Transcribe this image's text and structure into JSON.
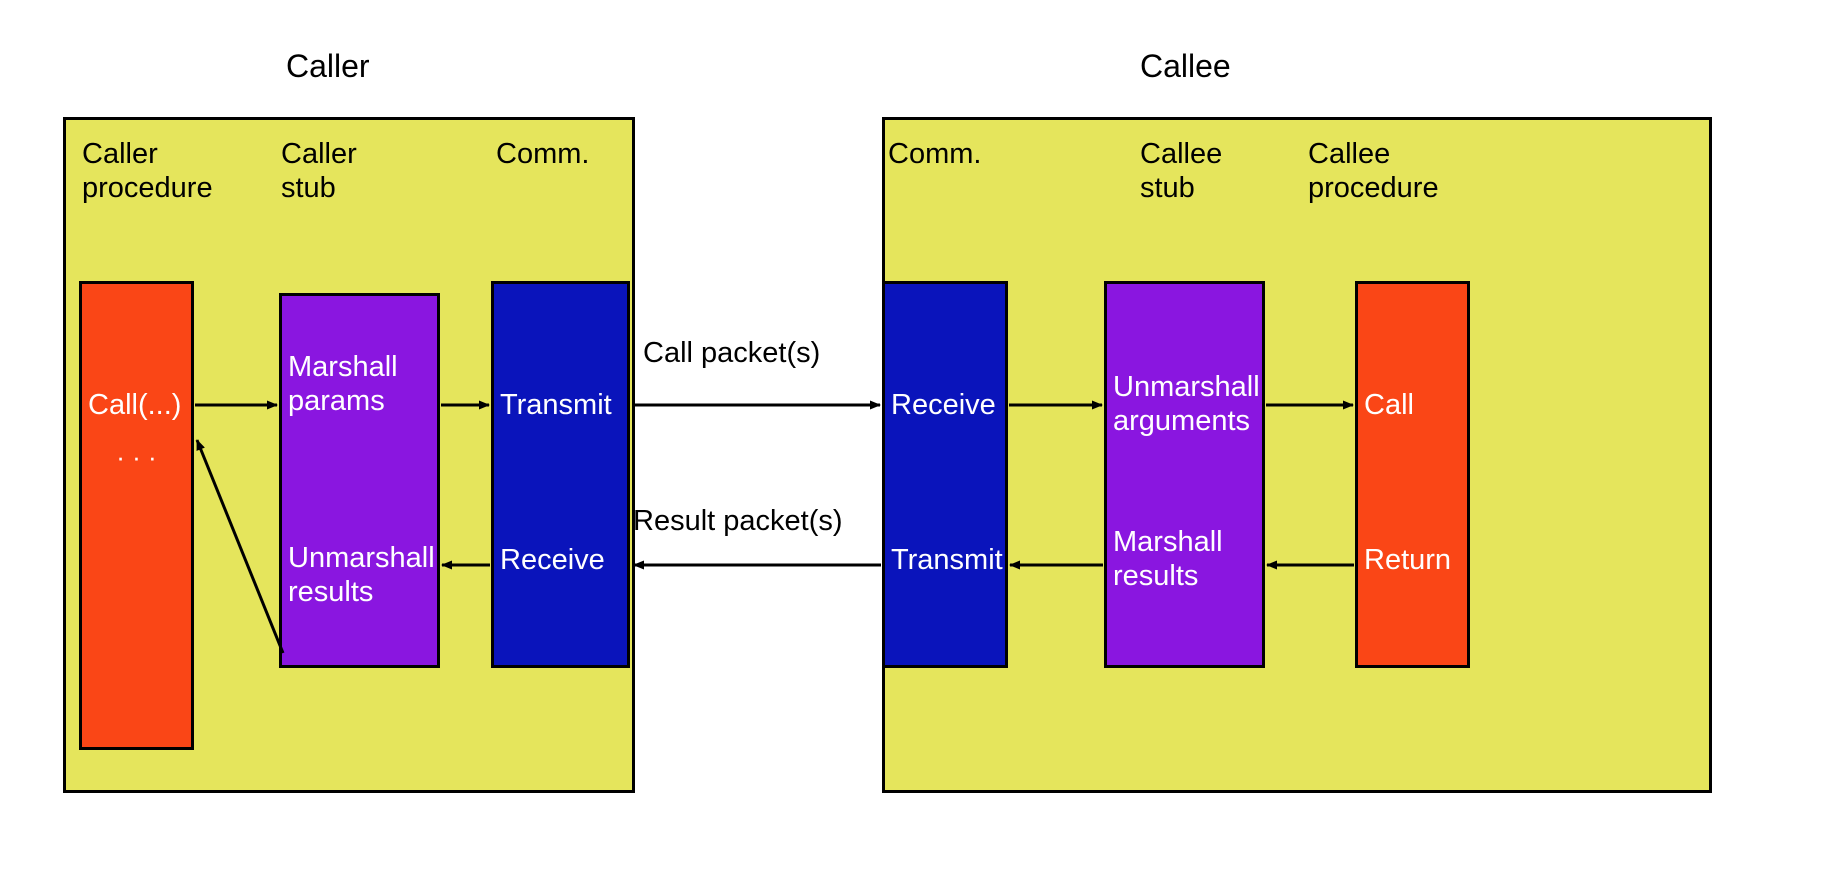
{
  "diagram": {
    "title_left": "Caller",
    "title_right": "Callee",
    "panels": {
      "left": {
        "columns": [
          {
            "name": "caller-procedure",
            "label": "Caller\nprocedure"
          },
          {
            "name": "caller-stub",
            "label": "Caller\nstub"
          },
          {
            "name": "comm-left",
            "label": "Comm."
          }
        ],
        "blocks": [
          {
            "name": "call-block",
            "color": "#fa4616",
            "top_text": "Call(...)",
            "dots": "·\n·\n·"
          },
          {
            "name": "caller-stub-block",
            "color": "#8a16e0",
            "top_text": "Marshall\nparams",
            "bottom_text": "Unmarshall\nresults"
          },
          {
            "name": "comm-left-block",
            "color": "#0a14bb",
            "top_text": "Transmit",
            "bottom_text": "Receive"
          }
        ]
      },
      "right": {
        "columns": [
          {
            "name": "comm-right",
            "label": "Comm."
          },
          {
            "name": "callee-stub",
            "label": "Callee\nstub"
          },
          {
            "name": "callee-procedure",
            "label": "Callee\nprocedure"
          }
        ],
        "blocks": [
          {
            "name": "comm-right-block",
            "color": "#0a14bb",
            "top_text": "Receive",
            "bottom_text": "Transmit"
          },
          {
            "name": "callee-stub-block",
            "color": "#8a16e0",
            "top_text": "Unmarshall\narguments",
            "bottom_text": "Marshall\nresults"
          },
          {
            "name": "callee-proc-block",
            "color": "#fa4616",
            "top_text": "Call",
            "bottom_text": "Return"
          }
        ]
      }
    },
    "network_labels": {
      "call_packets": "Call packet(s)",
      "result_packets": "Result packet(s)"
    },
    "colors": {
      "panel_fill": "#e5e55c",
      "procedure": "#fa4616",
      "stub": "#8a16e0",
      "comm": "#0a14bb",
      "outline": "#000000",
      "block_text": "#ffffff"
    }
  }
}
